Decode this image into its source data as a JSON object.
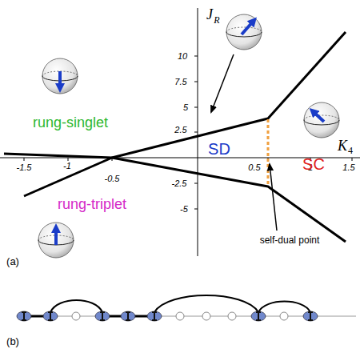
{
  "diagram": {
    "labels": [
      "J",
      "R",
      "K",
      "4",
      "10",
      "7.5",
      "5",
      "2.5",
      "-2.5",
      "-5",
      "-1.5",
      "-1",
      "-0.5",
      "0.5",
      "1",
      "1.5",
      "rung-singlet",
      "SD",
      "SC",
      "rung-triplet",
      "self-dual point",
      "(a)",
      "(b)"
    ]
  }
}
